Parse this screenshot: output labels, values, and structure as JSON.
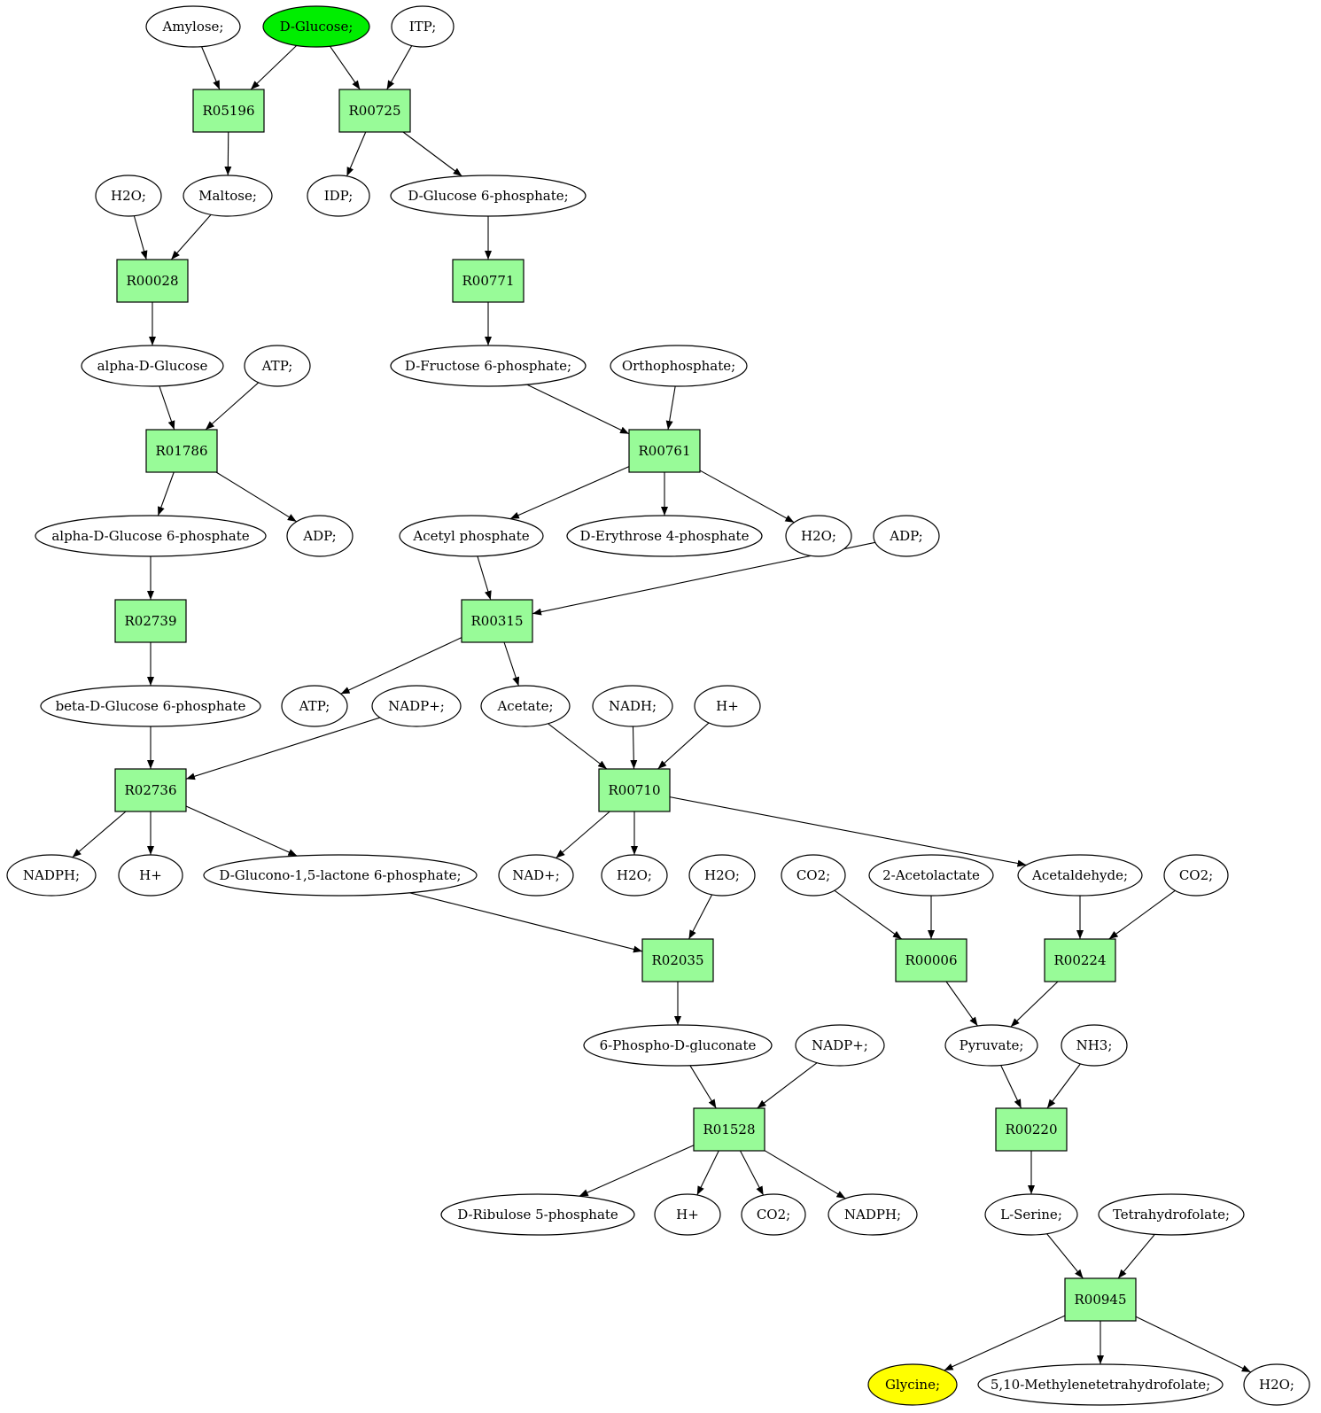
{
  "colors": {
    "metabolite": "#ffffff",
    "reaction": "#98fb98",
    "start": "#00ee00",
    "target": "#ffff00",
    "edge": "#000000"
  },
  "nodes": [
    {
      "id": "amylose",
      "label": "Amylose;",
      "kind": "metabolite"
    },
    {
      "id": "dglucose",
      "label": "D-Glucose;",
      "kind": "start"
    },
    {
      "id": "itp",
      "label": "ITP;",
      "kind": "metabolite"
    },
    {
      "id": "r05196",
      "label": "R05196",
      "kind": "reaction"
    },
    {
      "id": "r00725",
      "label": "R00725",
      "kind": "reaction"
    },
    {
      "id": "h2o_1",
      "label": "H2O;",
      "kind": "metabolite"
    },
    {
      "id": "maltose",
      "label": "Maltose;",
      "kind": "metabolite"
    },
    {
      "id": "idp",
      "label": "IDP;",
      "kind": "metabolite"
    },
    {
      "id": "dg6p",
      "label": "D-Glucose 6-phosphate;",
      "kind": "metabolite"
    },
    {
      "id": "r00028",
      "label": "R00028",
      "kind": "reaction"
    },
    {
      "id": "r00771",
      "label": "R00771",
      "kind": "reaction"
    },
    {
      "id": "adglc",
      "label": "alpha-D-Glucose",
      "kind": "metabolite"
    },
    {
      "id": "atp_1",
      "label": "ATP;",
      "kind": "metabolite"
    },
    {
      "id": "df6p",
      "label": "D-Fructose 6-phosphate;",
      "kind": "metabolite"
    },
    {
      "id": "ortho",
      "label": "Orthophosphate;",
      "kind": "metabolite"
    },
    {
      "id": "r01786",
      "label": "R01786",
      "kind": "reaction"
    },
    {
      "id": "r00761",
      "label": "R00761",
      "kind": "reaction"
    },
    {
      "id": "adg6p",
      "label": "alpha-D-Glucose 6-phosphate",
      "kind": "metabolite"
    },
    {
      "id": "adp_1",
      "label": "ADP;",
      "kind": "metabolite"
    },
    {
      "id": "acp",
      "label": "Acetyl phosphate",
      "kind": "metabolite"
    },
    {
      "id": "de4p",
      "label": "D-Erythrose 4-phosphate",
      "kind": "metabolite"
    },
    {
      "id": "h2o_2",
      "label": "H2O;",
      "kind": "metabolite"
    },
    {
      "id": "adp_2",
      "label": "ADP;",
      "kind": "metabolite"
    },
    {
      "id": "r02739",
      "label": "R02739",
      "kind": "reaction"
    },
    {
      "id": "r00315",
      "label": "R00315",
      "kind": "reaction"
    },
    {
      "id": "bdg6p",
      "label": "beta-D-Glucose 6-phosphate",
      "kind": "metabolite"
    },
    {
      "id": "atp_2",
      "label": "ATP;",
      "kind": "metabolite"
    },
    {
      "id": "nadp_1",
      "label": "NADP+;",
      "kind": "metabolite"
    },
    {
      "id": "acetate",
      "label": "Acetate;",
      "kind": "metabolite"
    },
    {
      "id": "nadh",
      "label": "NADH;",
      "kind": "metabolite"
    },
    {
      "id": "hplus_1",
      "label": "H+",
      "kind": "metabolite"
    },
    {
      "id": "r02736",
      "label": "R02736",
      "kind": "reaction"
    },
    {
      "id": "r00710",
      "label": "R00710",
      "kind": "reaction"
    },
    {
      "id": "nadph_1",
      "label": "NADPH;",
      "kind": "metabolite"
    },
    {
      "id": "hplus_2",
      "label": "H+",
      "kind": "metabolite"
    },
    {
      "id": "dglac",
      "label": "D-Glucono-1,5-lactone 6-phosphate;",
      "kind": "metabolite"
    },
    {
      "id": "nad",
      "label": "NAD+;",
      "kind": "metabolite"
    },
    {
      "id": "h2o_3",
      "label": "H2O;",
      "kind": "metabolite"
    },
    {
      "id": "h2o_4",
      "label": "H2O;",
      "kind": "metabolite"
    },
    {
      "id": "co2_1",
      "label": "CO2;",
      "kind": "metabolite"
    },
    {
      "id": "acetolac",
      "label": "2-Acetolactate",
      "kind": "metabolite"
    },
    {
      "id": "acald",
      "label": "Acetaldehyde;",
      "kind": "metabolite"
    },
    {
      "id": "co2_2",
      "label": "CO2;",
      "kind": "metabolite"
    },
    {
      "id": "r02035",
      "label": "R02035",
      "kind": "reaction"
    },
    {
      "id": "r00006",
      "label": "R00006",
      "kind": "reaction"
    },
    {
      "id": "r00224",
      "label": "R00224",
      "kind": "reaction"
    },
    {
      "id": "pgluc",
      "label": "6-Phospho-D-gluconate",
      "kind": "metabolite"
    },
    {
      "id": "nadp_2",
      "label": "NADP+;",
      "kind": "metabolite"
    },
    {
      "id": "pyruvate",
      "label": "Pyruvate;",
      "kind": "metabolite"
    },
    {
      "id": "nh3",
      "label": "NH3;",
      "kind": "metabolite"
    },
    {
      "id": "r01528",
      "label": "R01528",
      "kind": "reaction"
    },
    {
      "id": "r00220",
      "label": "R00220",
      "kind": "reaction"
    },
    {
      "id": "dr5p",
      "label": "D-Ribulose 5-phosphate",
      "kind": "metabolite"
    },
    {
      "id": "hplus_3",
      "label": "H+",
      "kind": "metabolite"
    },
    {
      "id": "co2_3",
      "label": "CO2;",
      "kind": "metabolite"
    },
    {
      "id": "nadph_2",
      "label": "NADPH;",
      "kind": "metabolite"
    },
    {
      "id": "lserine",
      "label": "L-Serine;",
      "kind": "metabolite"
    },
    {
      "id": "thf",
      "label": "Tetrahydrofolate;",
      "kind": "metabolite"
    },
    {
      "id": "r00945",
      "label": "R00945",
      "kind": "reaction"
    },
    {
      "id": "glycine",
      "label": "Glycine;",
      "kind": "target"
    },
    {
      "id": "mthf",
      "label": "5,10-Methylenetetrahydrofolate;",
      "kind": "metabolite"
    },
    {
      "id": "h2o_5",
      "label": "H2O;",
      "kind": "metabolite"
    }
  ],
  "edges": [
    [
      "amylose",
      "r05196"
    ],
    [
      "dglucose",
      "r05196"
    ],
    [
      "dglucose",
      "r00725"
    ],
    [
      "itp",
      "r00725"
    ],
    [
      "r05196",
      "maltose"
    ],
    [
      "r00725",
      "idp"
    ],
    [
      "r00725",
      "dg6p"
    ],
    [
      "h2o_1",
      "r00028"
    ],
    [
      "maltose",
      "r00028"
    ],
    [
      "dg6p",
      "r00771"
    ],
    [
      "r00028",
      "adglc"
    ],
    [
      "r00771",
      "df6p"
    ],
    [
      "adglc",
      "r01786"
    ],
    [
      "atp_1",
      "r01786"
    ],
    [
      "df6p",
      "r00761"
    ],
    [
      "ortho",
      "r00761"
    ],
    [
      "r01786",
      "adg6p"
    ],
    [
      "r01786",
      "adp_1"
    ],
    [
      "r00761",
      "acp"
    ],
    [
      "r00761",
      "de4p"
    ],
    [
      "r00761",
      "h2o_2"
    ],
    [
      "adg6p",
      "r02739"
    ],
    [
      "acp",
      "r00315"
    ],
    [
      "adp_2",
      "r00315"
    ],
    [
      "r02739",
      "bdg6p"
    ],
    [
      "r00315",
      "atp_2"
    ],
    [
      "r00315",
      "acetate"
    ],
    [
      "bdg6p",
      "r02736"
    ],
    [
      "nadp_1",
      "r02736"
    ],
    [
      "acetate",
      "r00710"
    ],
    [
      "nadh",
      "r00710"
    ],
    [
      "hplus_1",
      "r00710"
    ],
    [
      "r02736",
      "nadph_1"
    ],
    [
      "r02736",
      "hplus_2"
    ],
    [
      "r02736",
      "dglac"
    ],
    [
      "r00710",
      "nad"
    ],
    [
      "r00710",
      "h2o_3"
    ],
    [
      "r00710",
      "acald"
    ],
    [
      "dglac",
      "r02035"
    ],
    [
      "h2o_4",
      "r02035"
    ],
    [
      "co2_1",
      "r00006"
    ],
    [
      "acetolac",
      "r00006"
    ],
    [
      "acald",
      "r00224"
    ],
    [
      "co2_2",
      "r00224"
    ],
    [
      "r02035",
      "pgluc"
    ],
    [
      "r00006",
      "pyruvate"
    ],
    [
      "r00224",
      "pyruvate"
    ],
    [
      "pgluc",
      "r01528"
    ],
    [
      "nadp_2",
      "r01528"
    ],
    [
      "pyruvate",
      "r00220"
    ],
    [
      "nh3",
      "r00220"
    ],
    [
      "r01528",
      "dr5p"
    ],
    [
      "r01528",
      "hplus_3"
    ],
    [
      "r01528",
      "co2_3"
    ],
    [
      "r01528",
      "nadph_2"
    ],
    [
      "r00220",
      "lserine"
    ],
    [
      "lserine",
      "r00945"
    ],
    [
      "thf",
      "r00945"
    ],
    [
      "r00945",
      "glycine"
    ],
    [
      "r00945",
      "mthf"
    ],
    [
      "r00945",
      "h2o_5"
    ]
  ]
}
